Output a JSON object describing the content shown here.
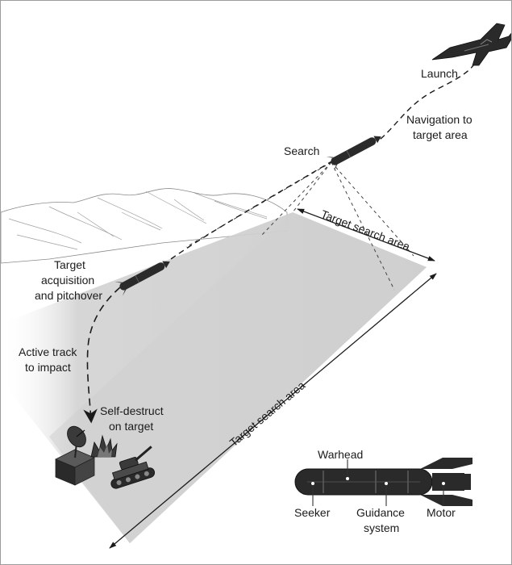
{
  "labels": {
    "launch": "Launch",
    "navigation": [
      "Navigation to",
      "target area"
    ],
    "search": "Search",
    "target_search_area_top": "Target search area",
    "target_acquisition": [
      "Target",
      "acquisition",
      "and pitchover"
    ],
    "active_track": [
      "Active track",
      "to impact"
    ],
    "self_destruct": [
      "Self-destruct",
      "on target"
    ],
    "target_search_area_bottom": "Target search area",
    "warhead": "Warhead",
    "seeker": "Seeker",
    "guidance": [
      "Guidance",
      "system"
    ],
    "motor": "Motor"
  },
  "icons": {
    "aircraft": "jet-aircraft-icon",
    "missile": "missile-icon",
    "radar": "radar-dish-icon",
    "tank": "tank-icon",
    "explosion": "explosion-icon"
  },
  "colors": {
    "search_area_fill": "#cfcfcf",
    "ink": "#1b1b1b",
    "frame": "#9c9c9c"
  }
}
